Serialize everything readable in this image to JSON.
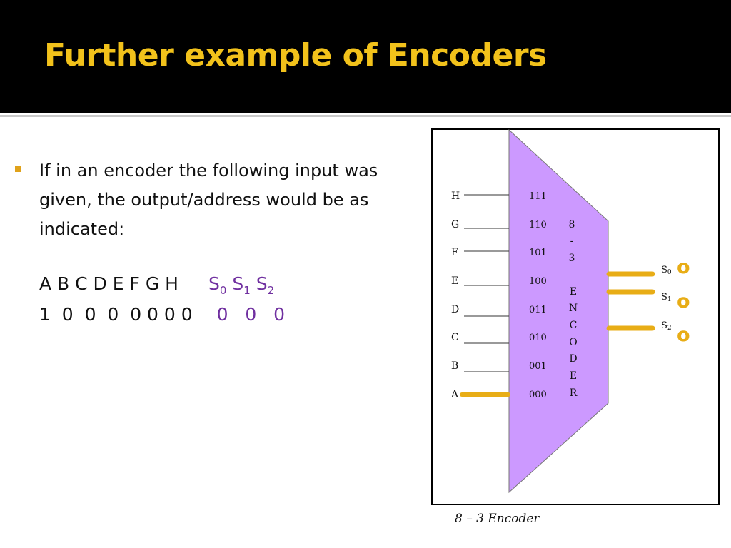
{
  "slide": {
    "title": "Further example of Encoders",
    "bullet_text": "If in an encoder the following input was given, the output/address would be as indicated:",
    "input_labels": "A B C D E F G H",
    "input_values": "1  0  0  0  0 0 0 0",
    "output_labels": [
      {
        "base": "S",
        "sub": "0"
      },
      {
        "base": "S",
        "sub": "1"
      },
      {
        "base": "S",
        "sub": "2"
      }
    ],
    "output_values": "0   0   0"
  },
  "diagram": {
    "inputs": [
      {
        "name": "H",
        "code": "111"
      },
      {
        "name": "G",
        "code": "110"
      },
      {
        "name": "F",
        "code": "101"
      },
      {
        "name": "E",
        "code": "100"
      },
      {
        "name": "D",
        "code": "011"
      },
      {
        "name": "C",
        "code": "010"
      },
      {
        "name": "B",
        "code": "001"
      },
      {
        "name": "A",
        "code": "000"
      }
    ],
    "block_label_top": [
      "8",
      "-",
      "3"
    ],
    "block_label_word": [
      "E",
      "N",
      "C",
      "O",
      "D",
      "E",
      "R"
    ],
    "outputs": [
      {
        "base": "S",
        "sub": "0",
        "value": "o"
      },
      {
        "base": "S",
        "sub": "1",
        "value": "o"
      },
      {
        "base": "S",
        "sub": "2",
        "value": "o"
      }
    ],
    "caption": "8 – 3 Encoder",
    "colors": {
      "block": "#cc99ff",
      "highlight": "#e8ad16",
      "title": "#f2c21b",
      "purple": "#7030a0"
    }
  }
}
